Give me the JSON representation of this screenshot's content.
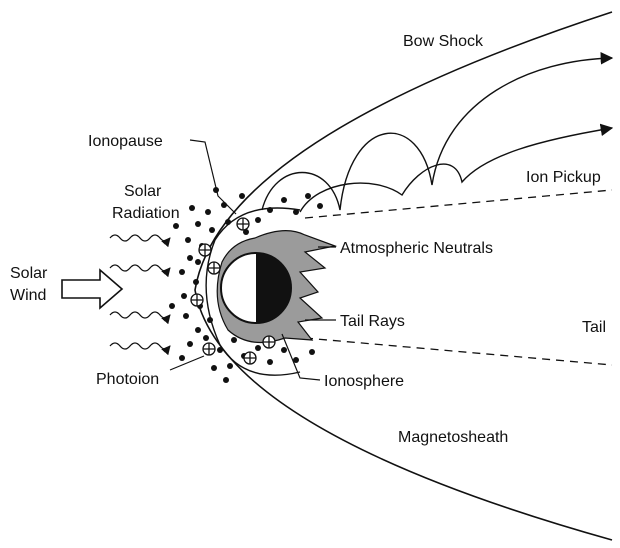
{
  "colors": {
    "ink": "#111111",
    "ionosphere_gray": "#9b9b9b",
    "planet_day": "#ffffff",
    "planet_night": "#111111",
    "background": "#ffffff"
  },
  "labels": {
    "bow_shock": "Bow Shock",
    "ionopause": "Ionopause",
    "solar_radiation_line1": "Solar",
    "solar_radiation_line2": "Radiation",
    "solar_wind_line1": "Solar",
    "solar_wind_line2": "Wind",
    "ion_pickup": "Ion Pickup",
    "atmospheric_neutrals": "Atmospheric Neutrals",
    "tail_rays": "Tail Rays",
    "tail": "Tail",
    "photoion": "Photoion",
    "ionosphere": "Ionosphere",
    "magnetosheath": "Magnetosheath"
  },
  "icons": {
    "solar_wind_arrow": "hollow-right-arrow-icon",
    "photoion_symbol": "circle-plus-icon",
    "radiation_wave": "wavy-arrow-icon"
  }
}
